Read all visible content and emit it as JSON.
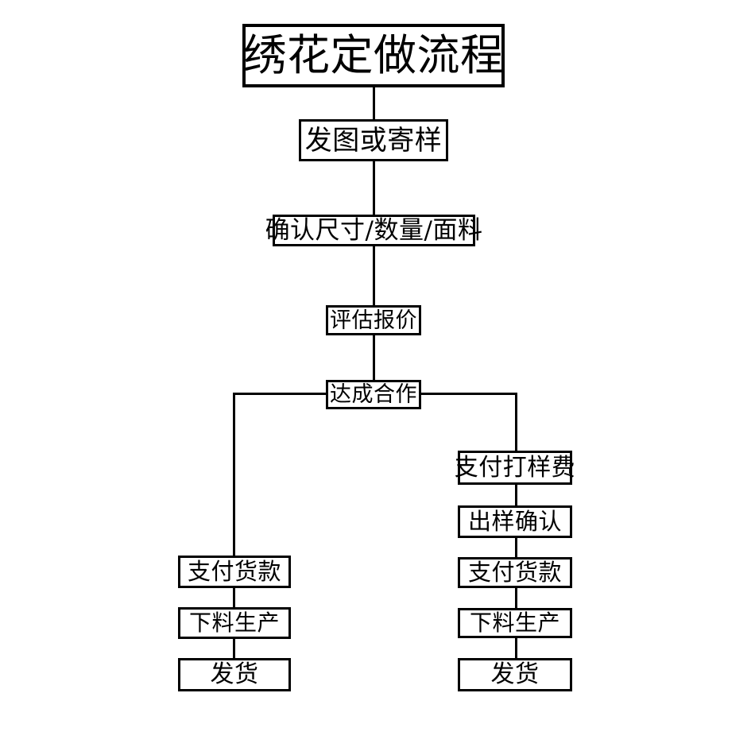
{
  "diagram": {
    "type": "flowchart",
    "orientation": "top-down-with-two-branches",
    "title": "绣花定做流程",
    "nodes": {
      "title": "绣花定做流程",
      "send_image": "发图或寄样",
      "confirm_specs": "确认尺寸/数量/面料",
      "evaluate_quote": "评估报价",
      "reach_cooperation": "达成合作",
      "left_pay_goods": "支付货款",
      "left_cut_produce": "下料生产",
      "left_ship": "发货",
      "right_pay_sample_fee": "支付打样费",
      "right_sample_confirm": "出样确认",
      "right_pay_goods": "支付货款",
      "right_cut_produce": "下料生产",
      "right_ship": "发货"
    },
    "branches": {
      "left_label": "",
      "right_label": ""
    },
    "colors": {
      "line": "#000000",
      "box_fill": "#ffffff",
      "text": "#000000",
      "background": "#ffffff"
    }
  }
}
